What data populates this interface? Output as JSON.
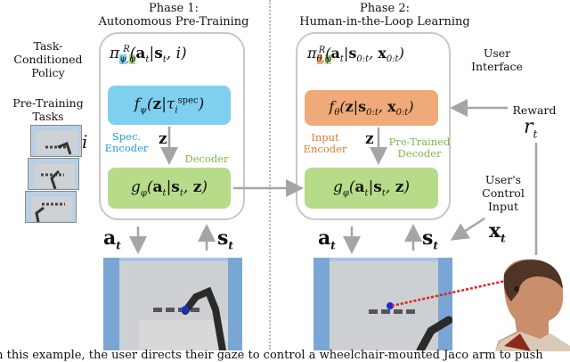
{
  "phase1": {
    "label": "Phase 1:",
    "title": "Autonomous Pre-Training"
  },
  "phase2": {
    "label": "Phase 2:",
    "title": "Human-in-the-Loop Learning"
  },
  "left_labels": {
    "task_policy": "Task-\nConditioned\nPolicy",
    "pretraining_tasks": "Pre-Training\nTasks",
    "task_index": "i"
  },
  "panel1": {
    "policy": "π^R_{ψ,φ}(a_t | s_t, i)",
    "encoder_fn": "f_ψ(z | τ_i^spec)",
    "encoder_note": "Spec.\nEncoder",
    "latent": "z",
    "decoder_note": "Decoder",
    "decoder_fn": "g_φ(a_t | s_t, z)"
  },
  "panel2": {
    "policy": "π^R_{θ,φ}(a_t | s_{0:t}, x_{0:t})",
    "encoder_fn": "f_θ(z | s_{0:t}, x_{0:t})",
    "encoder_note": "Input\nEncoder",
    "latent": "z",
    "decoder_note": "Pre-Trained\nDecoder",
    "decoder_fn": "g_φ(a_t | s_t, z)"
  },
  "right_labels": {
    "user_interface": "User\nInterface",
    "reward": "Reward",
    "reward_sym": "r_t",
    "control_input": "User's\nControl\nInput",
    "control_sym": "x_t"
  },
  "io": {
    "action": "a_t",
    "state": "s_t"
  },
  "caption": "In this example, the user directs their gaze to control a wheelchair-mounted Jaco arm to push",
  "colors": {
    "psi_blue": "#7fd0ef",
    "phi_green": "#b6dc8a",
    "theta_orange": "#f0a979",
    "blue_text": "#1e9fd6",
    "green_text": "#7ab848",
    "orange_text": "#e07a2f",
    "arrow_gray": "#a5a5a5",
    "panel_border": "#c8c8c8"
  },
  "icons": [
    "robot-arm-scene",
    "human-user-photo",
    "gaze-laser-line"
  ]
}
